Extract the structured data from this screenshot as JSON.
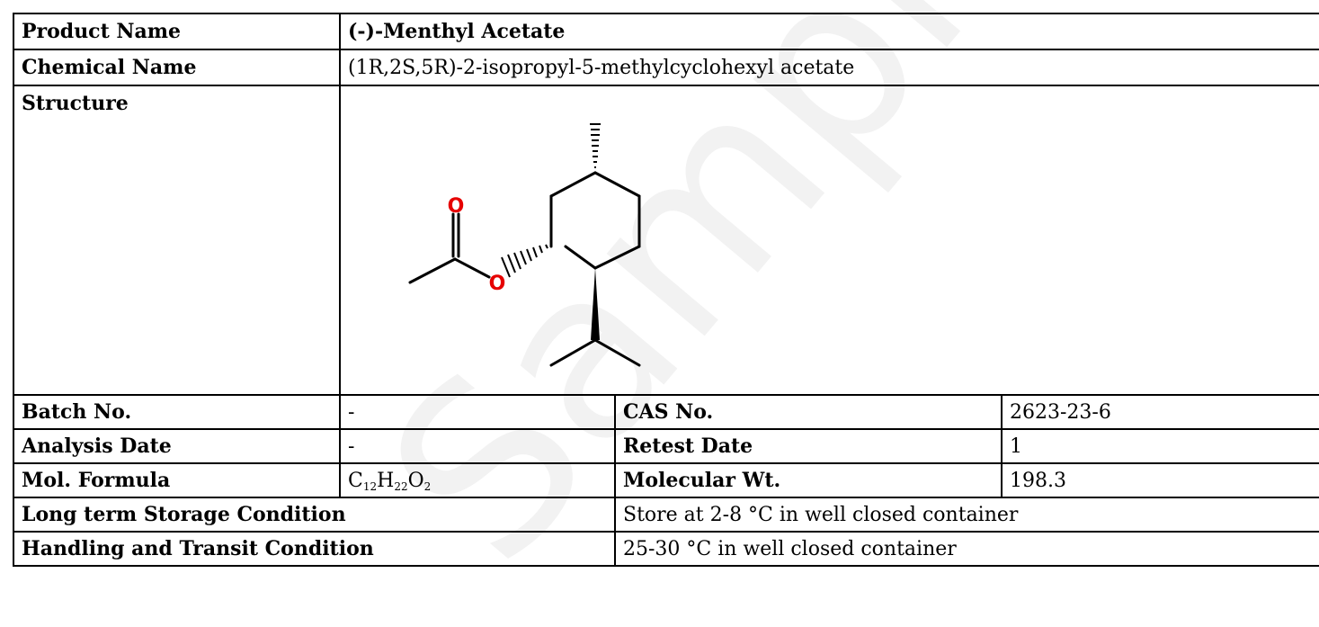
{
  "product_name": {
    "label": "Product Name",
    "value": "(-)-Menthyl Acetate"
  },
  "chemical_name": {
    "label": "Chemical Name",
    "value": "(1R,2S,5R)-2-isopropyl-5-methylcyclohexyl acetate"
  },
  "structure": {
    "label": "Structure",
    "atom_o1": "O",
    "atom_o2": "O",
    "oxygen_color": "#e60000"
  },
  "batch_no": {
    "label": "Batch No.",
    "value": "-"
  },
  "cas_no": {
    "label": "CAS No.",
    "value": "2623-23-6"
  },
  "analysis_date": {
    "label": "Analysis Date",
    "value": "-"
  },
  "retest_date": {
    "label": "Retest Date",
    "value": "1"
  },
  "mol_formula": {
    "label": "Mol. Formula",
    "c": "C",
    "c_n": "12",
    "h": "H",
    "h_n": "22",
    "o": "O",
    "o_n": "2"
  },
  "molecular_wt": {
    "label": "Molecular Wt.",
    "value": "198.3"
  },
  "storage": {
    "label": "Long term Storage Condition",
    "value": "Store at 2-8 °C in well closed container"
  },
  "handling": {
    "label": "Handling and Transit Condition",
    "value": "25-30 °C in well closed container"
  },
  "watermark": {
    "text": "Sample COA",
    "color": "#f0f0f0"
  }
}
